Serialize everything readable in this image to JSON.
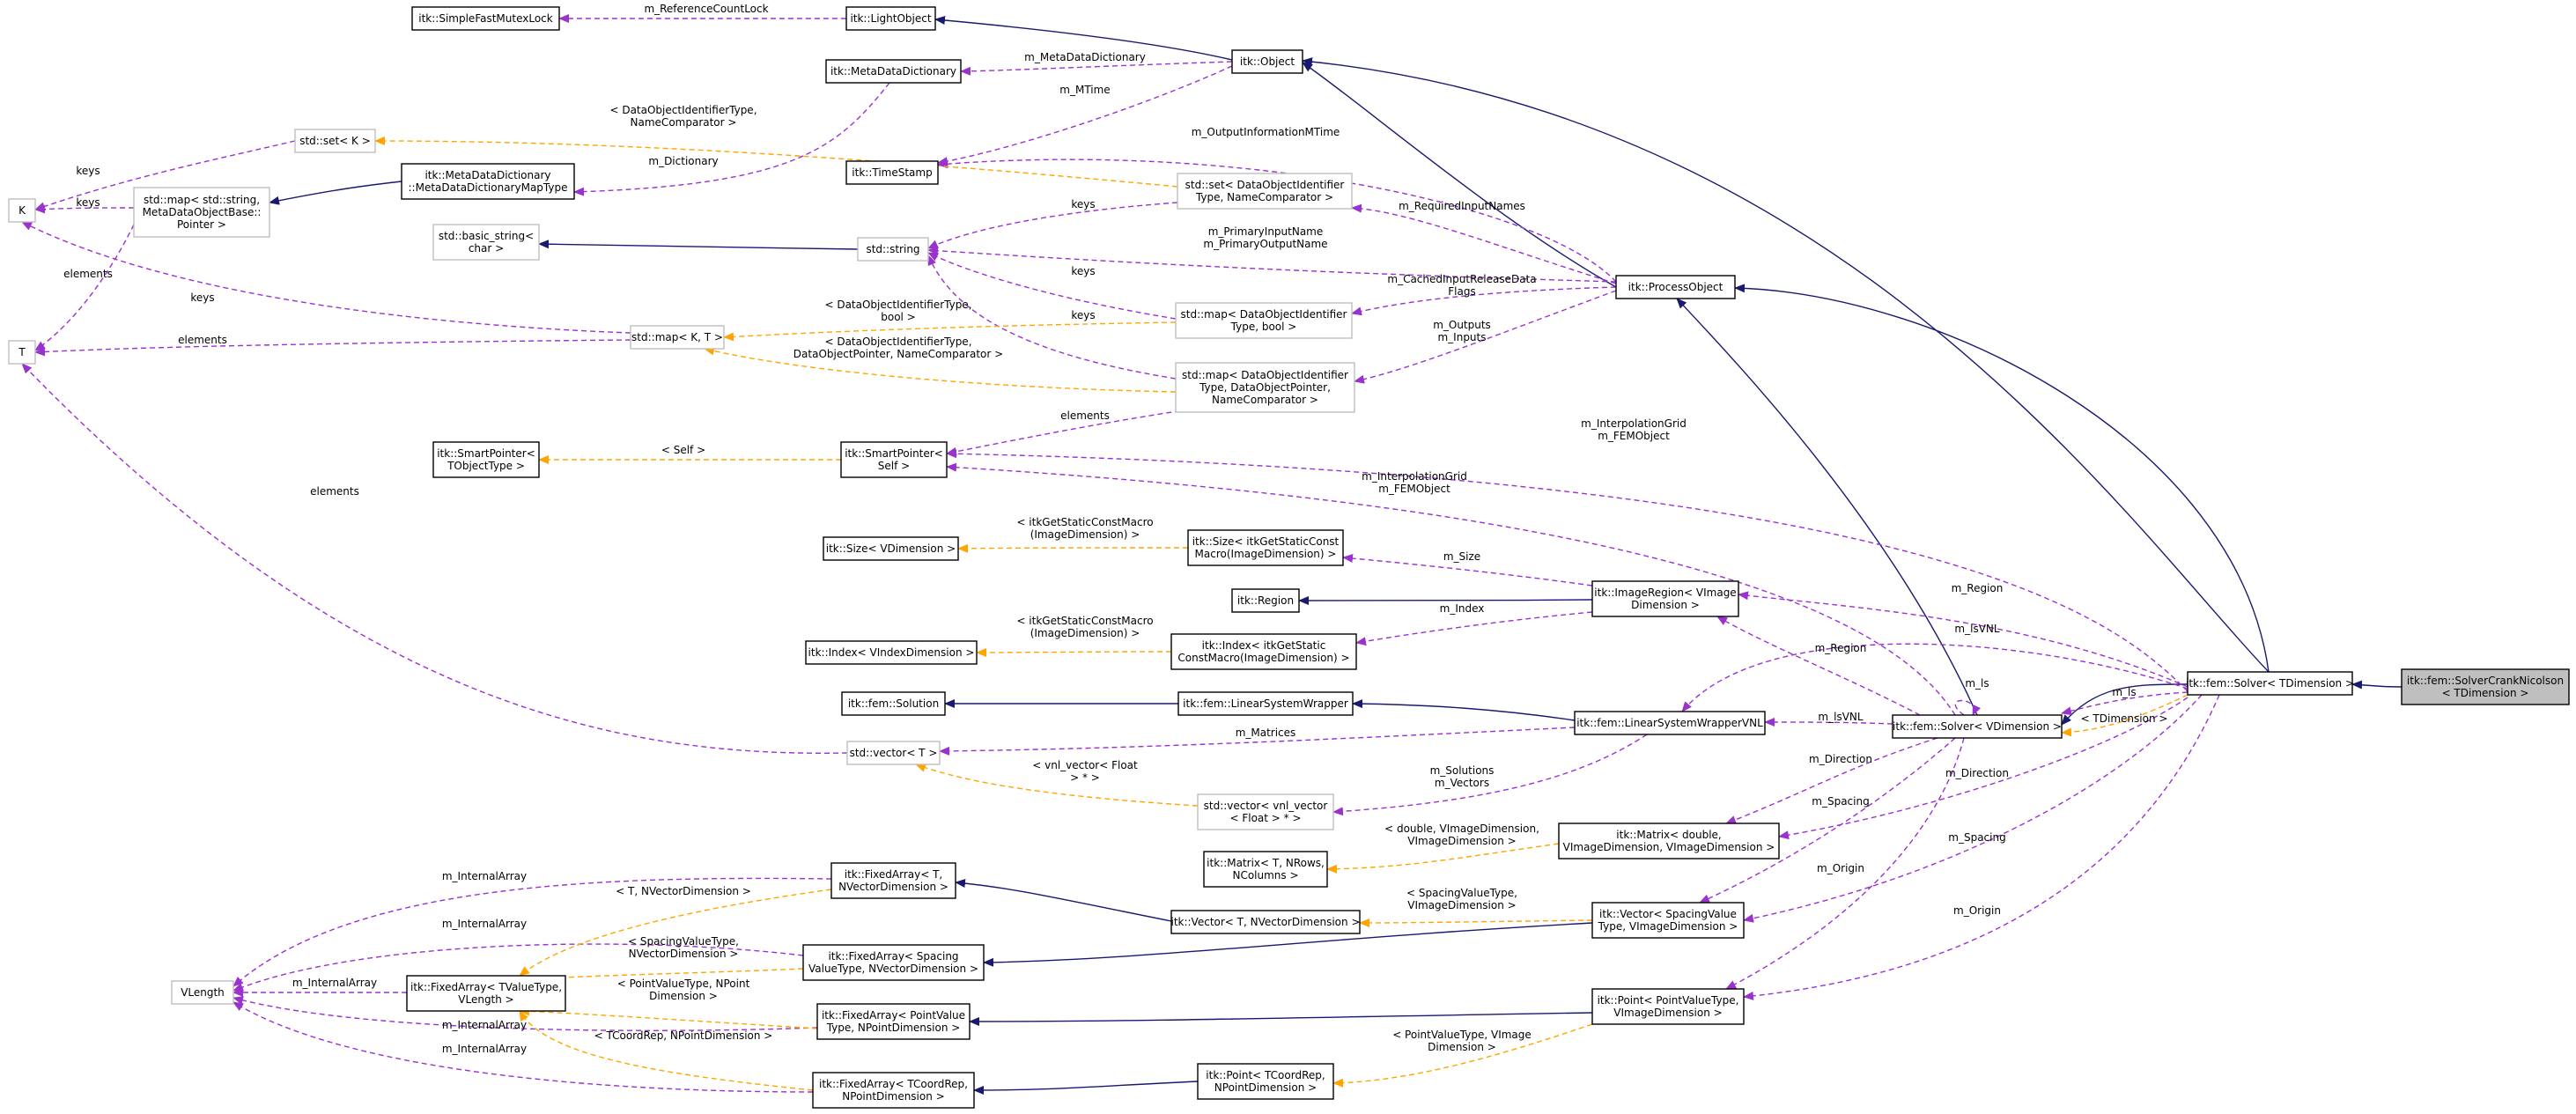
{
  "colors": {
    "inheritance": "#191970",
    "usage": "#9a32cd",
    "template": "#ffa500",
    "grey_border": "#bfbfbf",
    "root_fill": "#bfbfbf"
  },
  "nodes": {
    "root": [
      "itk::fem::SolverCrankNicolson",
      "< TDimension >"
    ],
    "solver_t": [
      "itk::fem::Solver< TDimension >"
    ],
    "solver_v": [
      "itk::fem::Solver< VDimension >"
    ],
    "process_object": [
      "itk::ProcessObject"
    ],
    "object": [
      "itk::Object"
    ],
    "light_object": [
      "itk::LightObject"
    ],
    "mutex_lock": [
      "itk::SimpleFastMutexLock"
    ],
    "meta_dict": [
      "itk::MetaDataDictionary"
    ],
    "meta_dict_map": [
      "itk::MetaDataDictionary",
      "::MetaDataDictionaryMapType"
    ],
    "std_map_str": [
      "std::map< std::string,",
      "MetaDataObjectBase::",
      "Pointer >"
    ],
    "K": [
      "K"
    ],
    "T": [
      "T"
    ],
    "std_set_k": [
      "std::set< K >"
    ],
    "timestamp": [
      "itk::TimeStamp"
    ],
    "std_set_doi": [
      "std::set< DataObjectIdentifier",
      "Type, NameComparator >"
    ],
    "basic_string": [
      "std::basic_string<",
      "char >"
    ],
    "std_string": [
      "std::string"
    ],
    "std_map_bool": [
      "std::map< DataObjectIdentifier",
      "Type, bool >"
    ],
    "std_map_kt": [
      "std::map< K, T >"
    ],
    "std_map_dop": [
      "std::map< DataObjectIdentifier",
      "Type, DataObjectPointer,",
      "NameComparator >"
    ],
    "smart_tobj": [
      "itk::SmartPointer<",
      "TObjectType >"
    ],
    "smart_self": [
      "itk::SmartPointer<",
      "Self >"
    ],
    "size_v": [
      "itk::Size< VDimension >"
    ],
    "size_macro": [
      "itk::Size< itkGetStaticConst",
      "Macro(ImageDimension) >"
    ],
    "region": [
      "itk::Region"
    ],
    "image_region": [
      "itk::ImageRegion< VImage",
      "Dimension >"
    ],
    "index_v": [
      "itk::Index< VIndexDimension >"
    ],
    "index_macro": [
      "itk::Index< itkGetStatic",
      "ConstMacro(ImageDimension) >"
    ],
    "solution": [
      "itk::fem::Solution"
    ],
    "lsw": [
      "itk::fem::LinearSystemWrapper"
    ],
    "lsw_vnl": [
      "itk::fem::LinearSystemWrapperVNL"
    ],
    "std_vector_t": [
      "std::vector< T >"
    ],
    "std_vector_vnl": [
      "std::vector< vnl_vector",
      "< Float > * >"
    ],
    "matrix_t": [
      "itk::Matrix< T, NRows,",
      "NColumns >"
    ],
    "matrix_d": [
      "itk::Matrix< double,",
      "VImageDimension, VImageDimension >"
    ],
    "fixed_t_nvec": [
      "itk::FixedArray< T,",
      "NVectorDimension >"
    ],
    "vector_t": [
      "itk::Vector< T, NVectorDimension >"
    ],
    "vector_sp": [
      "itk::Vector< SpacingValue",
      "Type, VImageDimension >"
    ],
    "vlength": [
      "VLength"
    ],
    "fixed_tv": [
      "itk::FixedArray< TValueType,",
      "VLength >"
    ],
    "fixed_sp": [
      "itk::FixedArray< Spacing",
      "ValueType, NVectorDimension >"
    ],
    "fixed_pv": [
      "itk::FixedArray< PointValue",
      "Type, NPointDimension >"
    ],
    "point_pv": [
      "itk::Point< PointValueType,",
      "VImageDimension >"
    ],
    "fixed_tc": [
      "itk::FixedArray< TCoordRep,",
      "NPointDimension >"
    ],
    "point_tc": [
      "itk::Point< TCoordRep,",
      "NPointDimension >"
    ]
  },
  "edge_labels": {
    "m_ReferenceCountLock": [
      "m_ReferenceCountLock"
    ],
    "m_MetaDataDictionary": [
      "m_MetaDataDictionary"
    ],
    "m_MTime": [
      "m_MTime"
    ],
    "m_Dictionary": [
      "m_Dictionary"
    ],
    "set_doi_tmpl": [
      "< DataObjectIdentifierType,",
      "NameComparator >"
    ],
    "keys_k1": [
      "keys"
    ],
    "keys_k2": [
      "keys"
    ],
    "elements_t1": [
      "elements"
    ],
    "m_OutputInformationMTime": [
      "m_OutputInformationMTime"
    ],
    "keys_str1": [
      "keys"
    ],
    "m_RequiredInputNames": [
      "m_RequiredInputNames"
    ],
    "m_PrimaryInputName": [
      "m_PrimaryInputName",
      "m_PrimaryOutputName"
    ],
    "m_CachedInputReleaseData": [
      "m_CachedInputReleaseData",
      "Flags"
    ],
    "keys_str2": [
      "keys"
    ],
    "keys_kt": [
      "keys"
    ],
    "elements_kt": [
      "elements"
    ],
    "map_bool_tmpl": [
      "< DataObjectIdentifierType,",
      "bool >"
    ],
    "map_dop_tmpl": [
      "< DataObjectIdentifierType,",
      "DataObjectPointer, NameComparator >"
    ],
    "m_Outputs": [
      "m_Outputs",
      "m_Inputs"
    ],
    "elements_dop": [
      "elements"
    ],
    "self_tmpl": [
      "< Self >"
    ],
    "m_InterpolationGrid1": [
      "m_InterpolationGrid",
      "m_FEMObject"
    ],
    "m_InterpolationGrid2": [
      "m_InterpolationGrid",
      "m_FEMObject"
    ],
    "elements_vec": [
      "elements"
    ],
    "size_tmpl": [
      "< itkGetStaticConstMacro",
      "(ImageDimension) >"
    ],
    "m_Size": [
      "m_Size"
    ],
    "m_Region1": [
      "m_Region"
    ],
    "m_Index": [
      "m_Index"
    ],
    "index_tmpl": [
      "< itkGetStaticConstMacro",
      "(ImageDimension) >"
    ],
    "m_lsVNL1": [
      "m_lsVNL"
    ],
    "m_Region2": [
      "m_Region"
    ],
    "m_ls_self": [
      "m_ls"
    ],
    "m_ls": [
      "m_ls"
    ],
    "tdim": [
      "< TDimension >"
    ],
    "m_lsVNL2": [
      "m_lsVNL"
    ],
    "m_Matrices": [
      "m_Matrices"
    ],
    "vnl_tmpl": [
      "< vnl_vector< Float",
      "> * >"
    ],
    "m_Solutions": [
      "m_Solutions",
      "m_Vectors"
    ],
    "m_Direction1": [
      "m_Direction"
    ],
    "m_Direction2": [
      "m_Direction"
    ],
    "matrix_tmpl": [
      "< double, VImageDimension,",
      "VImageDimension >"
    ],
    "m_Spacing1": [
      "m_Spacing"
    ],
    "m_Spacing2": [
      "m_Spacing"
    ],
    "m_Origin1": [
      "m_Origin"
    ],
    "m_Origin2": [
      "m_Origin"
    ],
    "vec_sp_tmpl": [
      "< SpacingValueType,",
      "VImageDimension >"
    ],
    "m_InternalArray1": [
      "m_InternalArray"
    ],
    "m_InternalArray2": [
      "m_InternalArray"
    ],
    "m_InternalArray3": [
      "m_InternalArray"
    ],
    "m_InternalArray4": [
      "m_InternalArray"
    ],
    "m_InternalArray5": [
      "m_InternalArray"
    ],
    "fa_t_tmpl": [
      "< T, NVectorDimension >"
    ],
    "fa_sp_tmpl": [
      "< SpacingValueType,",
      "NVectorDimension >"
    ],
    "fa_pv_tmpl": [
      "< PointValueType, NPoint",
      "Dimension >"
    ],
    "fa_tc_tmpl": [
      "< TCoordRep, NPointDimension >"
    ],
    "point_tc_tmpl": [
      "< PointValueType, VImage",
      "Dimension >"
    ]
  }
}
